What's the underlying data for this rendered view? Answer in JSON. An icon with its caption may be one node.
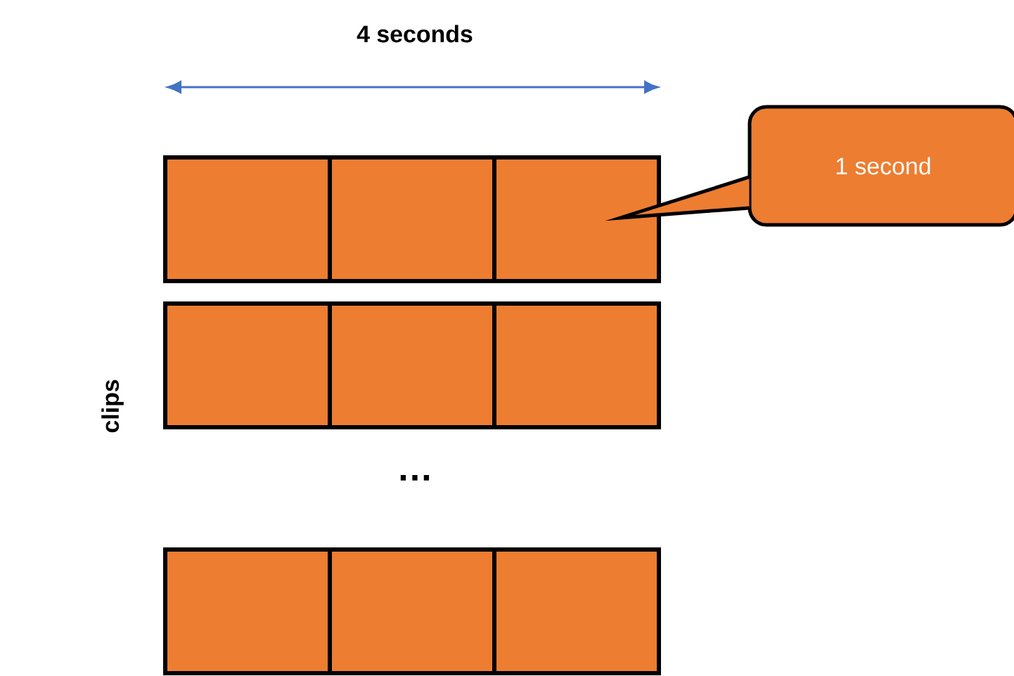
{
  "diagram": {
    "nodes": [
      {
        "text": [],
        "shape": "box"
      },
      {
        "text": [],
        "shape": "box"
      },
      {
        "text": [],
        "shape": "box"
      },
      {
        "text": [],
        "shape": "box"
      },
      {
        "text": [],
        "shape": "box"
      },
      {
        "text": [],
        "shape": "box"
      },
      {
        "text": [],
        "shape": "box"
      },
      {
        "text": [],
        "shape": "box"
      },
      {
        "text": [],
        "shape": "box"
      },
      {
        "text": [
          "1 second"
        ]
      }
    ],
    "labels": [
      "4 seconds",
      "…",
      "clips"
    ]
  }
}
